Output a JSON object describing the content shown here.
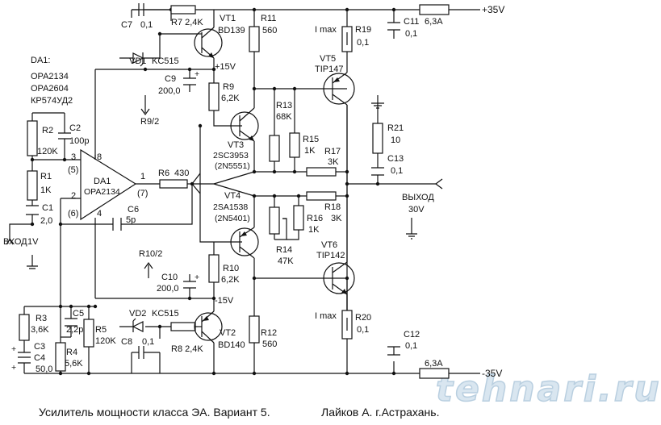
{
  "title": "Усилитель мощности класса ЭА. Вариант 5.",
  "author": "Лайков А. г.Астрахань.",
  "watermark": "tehnari.ru",
  "ic": {
    "label": "DA1:",
    "variants": [
      "OPA2134",
      "OPA2604",
      "КР574УД2"
    ],
    "name": "DA1",
    "type": "OPA2134",
    "pins": {
      "p1": "1",
      "p2": "2",
      "p3": "3",
      "p4": "4",
      "p5": "(5)",
      "p6": "(6)",
      "p7": "(7)",
      "p8": "8"
    }
  },
  "rails": {
    "pos": "+35V",
    "neg": "-35V",
    "pos15": "+15V",
    "neg15": "-15V",
    "fuse_pos": "6,3A",
    "fuse_neg": "6,3A"
  },
  "io": {
    "input": "ВХОД",
    "input_level": "1V",
    "output": "ВЫХОД",
    "output_level": "30V"
  },
  "transistors": {
    "vt1": {
      "name": "VT1",
      "type": "BD139"
    },
    "vt2": {
      "name": "VT2",
      "type": "BD140"
    },
    "vt3": {
      "name": "VT3",
      "type": "2SC3953",
      "alt": "(2N5551)"
    },
    "vt4": {
      "name": "VT4",
      "type": "2SA1538",
      "alt": "(2N5401)"
    },
    "vt5": {
      "name": "VT5",
      "type": "TIP147"
    },
    "vt6": {
      "name": "VT6",
      "type": "TIP142"
    }
  },
  "diodes": {
    "vd1": "VD1",
    "vd1_type": "KC515",
    "vd2": "VD2",
    "vd2_type": "KC515"
  },
  "resistors": {
    "r1": "R1",
    "r1v": "1K",
    "r2": "R2",
    "r2v": "120K",
    "r3": "R3",
    "r3v": "3,6K",
    "r4": "R4",
    "r4v": "5,6K",
    "r5": "R5",
    "r5v": "120K",
    "r6": "R6",
    "r6v": "430",
    "r7": "R7 2,4K",
    "r8": "R8 2,4K",
    "r9": "R9",
    "r9v": "6,2K",
    "r10": "R10",
    "r10v": "6,2K",
    "r11": "R11",
    "r11v": "560",
    "r12": "R12",
    "r12v": "560",
    "r13": "R13",
    "r13v": "68K",
    "r14": "R14",
    "r14v": "47K",
    "r15": "R15",
    "r15v": "1K",
    "r16": "R16",
    "r16v": "1K",
    "r17": "R17",
    "r17v": "3K",
    "r18": "R18",
    "r18v": "3K",
    "r19": "R19",
    "r19v": "0,1",
    "r20": "R20",
    "r20v": "0,1",
    "r21": "R21",
    "r21v": "10",
    "r9_2": "R9/2",
    "r10_2": "R10/2",
    "imax": "I max"
  },
  "capacitors": {
    "c1": "C1",
    "c1v": "2,0",
    "c2": "C2",
    "c2v": "100p",
    "c3": "C3",
    "c4": "C4",
    "c4v": "50,0",
    "c5": "C5",
    "c5v": "2,2p",
    "c6": "C6",
    "c6v": "5p",
    "c7": "C7",
    "c7v": "0,1",
    "c8": "C8",
    "c8v": "0,1",
    "c9": "C9",
    "c9v": "200,0",
    "c10": "C10",
    "c10v": "200,0",
    "c11": "C11",
    "c11v": "0,1",
    "c12": "C12",
    "c12v": "0,1",
    "c13": "C13",
    "c13v": "0,1",
    "plus": "+"
  }
}
